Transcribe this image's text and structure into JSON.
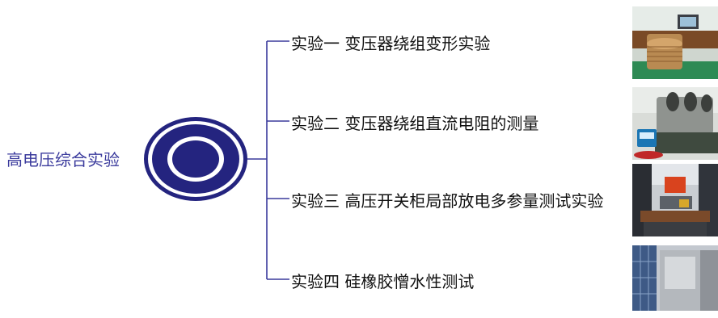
{
  "root": {
    "title": "高电压综合实验"
  },
  "items": [
    {
      "label": "实验一 变压器绕组变形实验",
      "photo": "transformer-winding-deformation-photo"
    },
    {
      "label": "实验二 变压器绕组直流电阻的测量",
      "photo": "winding-dc-resistance-photo"
    },
    {
      "label": "实验三 高压开关柜局部放电多参量测试实验",
      "photo": "switchgear-partial-discharge-photo"
    },
    {
      "label": "实验四 硅橡胶憎水性测试",
      "photo": "silicone-rubber-hydrophobicity-photo"
    }
  ],
  "colors": {
    "connector": "#3a3a9c",
    "ring_outer": "#1f1f7a",
    "ring_white": "#ffffff",
    "title_text": "#3a3a9c"
  }
}
